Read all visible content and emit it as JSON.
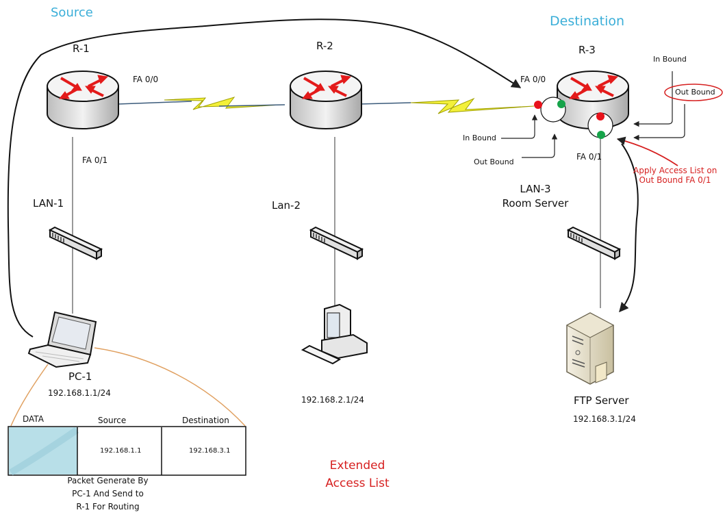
{
  "title_source": "Source",
  "title_destination": "Destination",
  "routers": [
    {
      "name": "R-1",
      "port_serial": "FA 0/0",
      "port_lan": "FA 0/1"
    },
    {
      "name": "R-2"
    },
    {
      "name": "R-3",
      "port_serial": "FA 0/0",
      "port_lan": "FA 0/1"
    }
  ],
  "lans": {
    "lan1": "LAN-1",
    "lan2": "Lan-2",
    "lan3_line1": "LAN-3",
    "lan3_line2": "Room Server"
  },
  "hosts": {
    "pc1_name": "PC-1",
    "pc1_ip": "192.168.1.1/24",
    "pc2_ip": "192.168.2.1/24",
    "server_name": "FTP Server",
    "server_ip": "192.168.3.1/24"
  },
  "r3_annotations": {
    "fa00_in": "In Bound",
    "fa00_out": "Out Bound",
    "fa01_in": "In Bound",
    "fa01_out": "Out Bound",
    "apply_line1": "Apply Access List on",
    "apply_line2": "Out Bound FA 0/1"
  },
  "packet": {
    "headers": [
      "DATA",
      "Source",
      "Destination"
    ],
    "source_ip": "192.168.1.1",
    "destination_ip": "192.168.3.1",
    "caption_line1": "Packet Generate By",
    "caption_line2": "PC-1 And Send to",
    "caption_line3": "R-1 For Routing"
  },
  "footer": {
    "line1": "Extended",
    "line2": "Access List"
  },
  "colors": {
    "title_blue": "#3aaed8",
    "annotation_red": "#d61f1f",
    "inbound_dot": "#e8121b",
    "outbound_dot": "#16a34a",
    "serial_link": "#f3f03a",
    "packet_data_fill": "#b8dfe8",
    "orange_line": "#e0a060"
  }
}
